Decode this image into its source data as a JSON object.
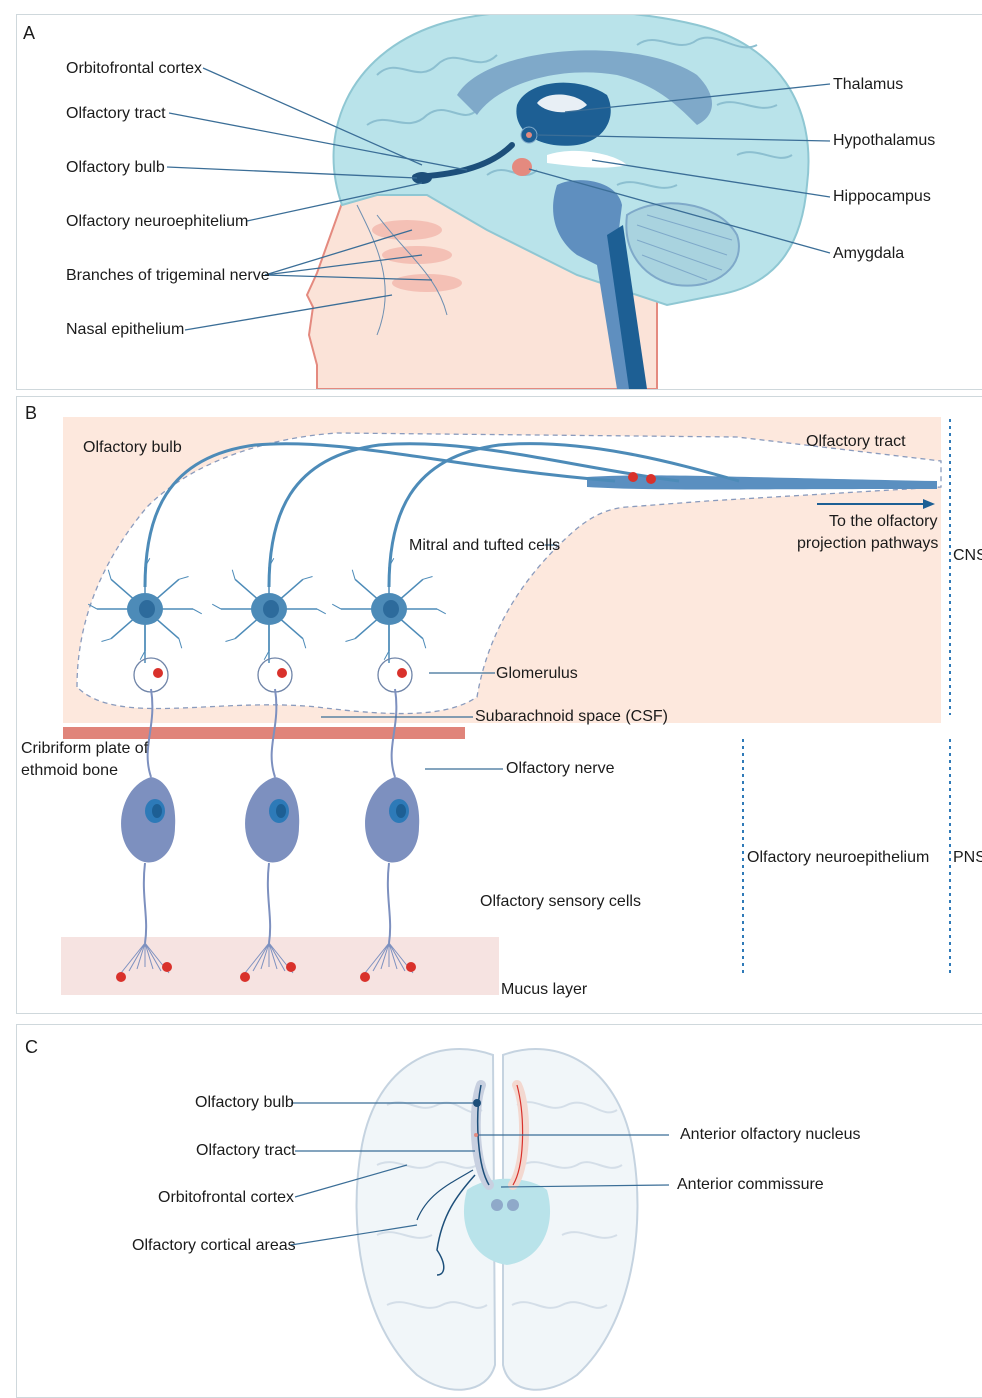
{
  "panel_a": {
    "letter": "A",
    "labels": {
      "orbitofrontal_cortex": "Orbitofrontal cortex",
      "olfactory_tract": "Olfactory tract",
      "olfactory_bulb": "Olfactory bulb",
      "olfactory_neuroephitelium": "Olfactory neuroephitelium",
      "branches_trigeminal": "Branches of trigeminal nerve",
      "nasal_epithelium": "Nasal epithelium",
      "thalamus": "Thalamus",
      "hypothalamus": "Hypothalamus",
      "hippocampus": "Hippocampus",
      "amygdala": "Amygdala"
    }
  },
  "panel_b": {
    "letter": "B",
    "labels": {
      "olfactory_bulb": "Olfactory bulb",
      "olfactory_tract": "Olfactory tract",
      "projection_line1": "To the olfactory",
      "projection_line2": "projection pathways",
      "cns": "CNS",
      "mitral_tufted": "Mitral and tufted cells",
      "glomerulus": "Glomerulus",
      "subarachnoid": "Subarachnoid space (CSF)",
      "cribriform_line1": "Cribriform plate of",
      "cribriform_line2": "ethmoid bone",
      "olfactory_nerve": "Olfactory nerve",
      "neuroepithelium": "Olfactory neuroepithelium",
      "pns": "PNS",
      "sensory_cells": "Olfactory sensory cells",
      "mucus_layer": "Mucus layer"
    }
  },
  "panel_c": {
    "letter": "C",
    "labels": {
      "olfactory_bulb": "Olfactory bulb",
      "olfactory_tract": "Olfactory tract",
      "orbitofrontal_cortex": "Orbitofrontal cortex",
      "olfactory_cortical_areas": "Olfactory cortical areas",
      "anterior_olfactory_nucleus": "Anterior olfactory nucleus",
      "anterior_commissure": "Anterior commissure"
    }
  },
  "colors": {
    "brain_light": "#b9e3ea",
    "brain_mid": "#7fa9c9",
    "brain_dark": "#1d5f94",
    "skin": "#fbe3d8",
    "nasal_red": "#e48a7f",
    "neuron_blue": "#4d8bb8",
    "sensory_cell": "#7d90bf",
    "odorant_red": "#d9312b",
    "bulb_bg": "#fde8dd",
    "cribriform": "#e0847a",
    "mucus": "#f6e3e1"
  }
}
